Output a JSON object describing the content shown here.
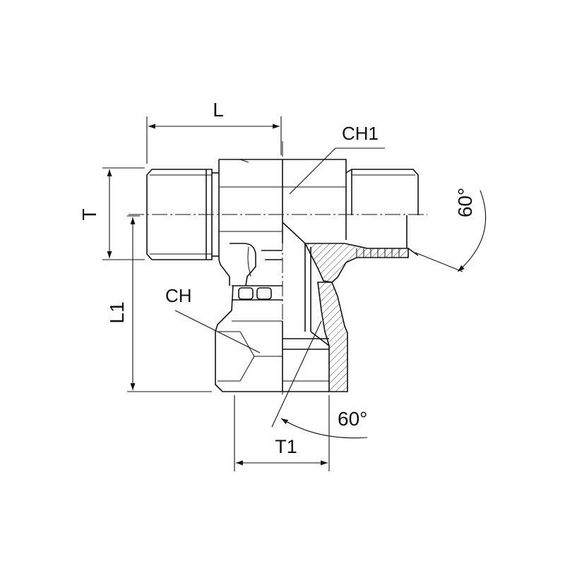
{
  "labels": {
    "L": "L",
    "T": "T",
    "L1": "L1",
    "CH": "CH",
    "CH1": "CH1",
    "T1": "T1",
    "angle_right": "60°",
    "angle_bottom": "60°"
  },
  "colors": {
    "line": "#111111",
    "background": "#ffffff"
  }
}
